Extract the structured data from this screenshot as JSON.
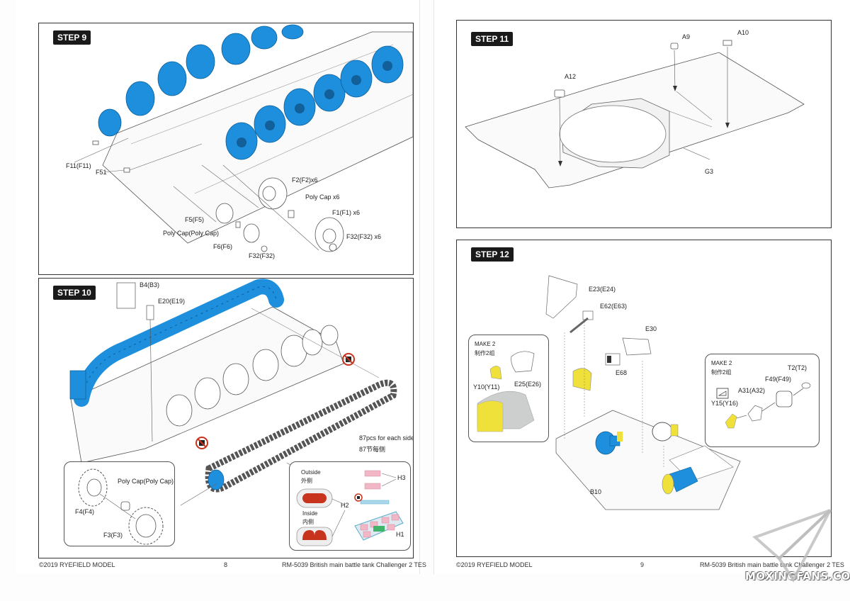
{
  "document": {
    "type": "model kit instruction sheet",
    "accent_colors": {
      "blue_part": "#1e8fdc",
      "yellow_part": "#f0e03a",
      "red_part": "#c8331d",
      "pink_part": "#f2b7c6",
      "green_part": "#3fb46a"
    }
  },
  "pages": [
    {
      "page_number": "8",
      "footer": {
        "copyright": "©2019 RYEFIELD MODEL",
        "page": "8",
        "product": "RM-5039 British main battle tank Challenger 2 TES"
      },
      "steps": [
        {
          "badge": "STEP 9",
          "labels": [
            "F11(F11)",
            "F51",
            "F2(F2)x6",
            "Poly Cap x6",
            "F5(F5)",
            "F1(F1) x6",
            "Poly Cap(Poly Cap)",
            "F6(F6)",
            "F32(F32) x6",
            "F32(F32)"
          ]
        },
        {
          "badge": "STEP 10",
          "labels": [
            "B4(B3)",
            "E20(E19)",
            "87pcs for each side",
            "87节每侧",
            "Poly Cap(Poly Cap)",
            "F4(F4)",
            "F3(F3)"
          ],
          "track_inset": {
            "outside_en": "Outside",
            "outside_cn": "外侧",
            "inside_en": "Inside",
            "inside_cn": "内侧",
            "labels": [
              "H3",
              "H2",
              "H1"
            ]
          },
          "icons": [
            "no-glue-icon",
            "no-glue-icon",
            "no-glue-icon"
          ]
        }
      ]
    },
    {
      "page_number": "9",
      "footer": {
        "copyright": "©2019 RYEFIELD MODEL",
        "page": "9",
        "product": "RM-5039 British main battle tank Challenger 2 TES"
      },
      "steps": [
        {
          "badge": "STEP 11",
          "labels": [
            "A9",
            "A10",
            "A12",
            "G3"
          ]
        },
        {
          "badge": "STEP 12",
          "labels": [
            "E23(E24)",
            "E62(E63)",
            "E30",
            "E68",
            "B10"
          ],
          "left_inset": {
            "make_en": "MAKE 2",
            "make_cn": "制作2组",
            "labels": [
              "Y10(Y11)",
              "E25(E26)"
            ]
          },
          "right_inset": {
            "make_en": "MAKE 2",
            "make_cn": "制作2组",
            "labels": [
              "T2(T2)",
              "F49(F49)",
              "A31(A32)",
              "Y15(Y16)"
            ]
          }
        }
      ]
    }
  ],
  "watermark": "MOXINGFANS.COM"
}
